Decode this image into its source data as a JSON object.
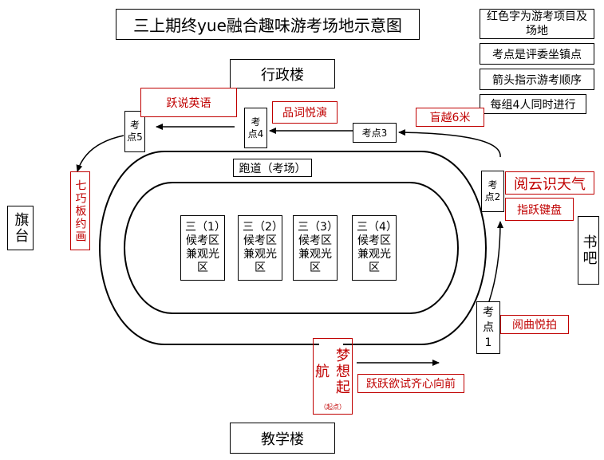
{
  "title": "三上期终yue融合趣味游考场地示意图",
  "legend": {
    "item1": "红色字为游考项目及场地",
    "item2": "考点是评委坐镇点",
    "item3": "箭头指示游考顺序",
    "item4": "每组4人同时进行"
  },
  "buildings": {
    "admin": "行政楼",
    "teaching": "教学楼",
    "flag": "旗台",
    "book": "书吧"
  },
  "track_label": "跑道（考场）",
  "stations": {
    "s1": "考点1",
    "s2": "考点2",
    "s3": "考点3",
    "s4": "考点4",
    "s5": "考点5"
  },
  "activities": {
    "start_name": "梦想起航",
    "start_note": "（起点）",
    "start_slogan": "跃跃欲试齐心向前",
    "a1": "阅曲悦拍",
    "a2_top": "阅云识天气",
    "a2_bottom": "指跃键盘",
    "a3": "盲越6米",
    "a4": "品词悦演",
    "a5": "跃说英语",
    "a6": "七巧板约画"
  },
  "waiting_areas": [
    "三（1）候考区兼观光区",
    "三（2）候考区兼观光区",
    "三（3）候考区兼观光区",
    "三（4）候考区兼观光区"
  ],
  "colors": {
    "accent": "#c00000",
    "line": "#000000"
  }
}
